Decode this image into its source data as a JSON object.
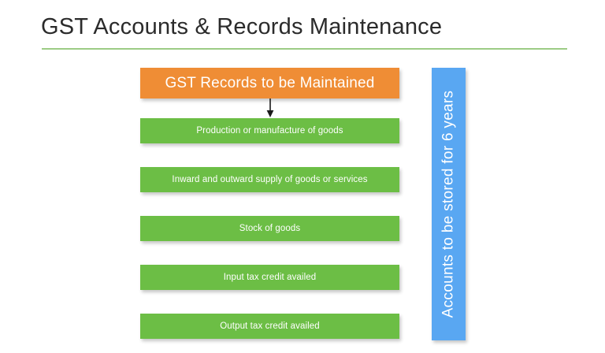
{
  "slide": {
    "title": "GST Accounts & Records Maintenance",
    "background_color": "#ffffff",
    "title_color": "#2b2b2b",
    "rule_color": "#9ccc85"
  },
  "flow": {
    "header": {
      "label": "GST Records to be Maintained",
      "color": "#ef8d35",
      "text_color": "#ffffff"
    },
    "arrow": {
      "icon": "arrow-down-icon",
      "color": "#1a1a1a"
    },
    "item_color": "#6cbe45",
    "item_text_color": "#ffffff",
    "items": [
      {
        "label": "Production or manufacture of goods"
      },
      {
        "label": "Inward and outward supply of goods or services"
      },
      {
        "label": "Stock of goods"
      },
      {
        "label": "Input tax credit availed"
      },
      {
        "label": "Output tax credit availed"
      }
    ]
  },
  "side_panel": {
    "label": "Accounts to be stored for 6 years",
    "color": "#59a7f2",
    "text_color": "#ffffff"
  }
}
